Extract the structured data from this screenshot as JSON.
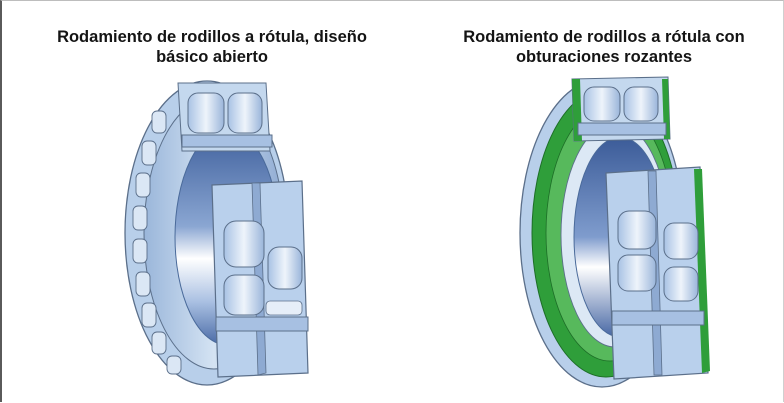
{
  "panels": [
    {
      "title_line1": "Rodamiento de rodillos a rótula, diseño",
      "title_line2": "básico abierto"
    },
    {
      "title_line1": "Rodamiento de rodillos a rótula con",
      "title_line2": "obturaciones rozantes"
    }
  ],
  "colors": {
    "steel_light": "#c9dcef",
    "steel_mid": "#9bb8dc",
    "steel_dark": "#4f6fa8",
    "seal_green": "#2f9e3a",
    "outline": "#5b6f8a"
  }
}
